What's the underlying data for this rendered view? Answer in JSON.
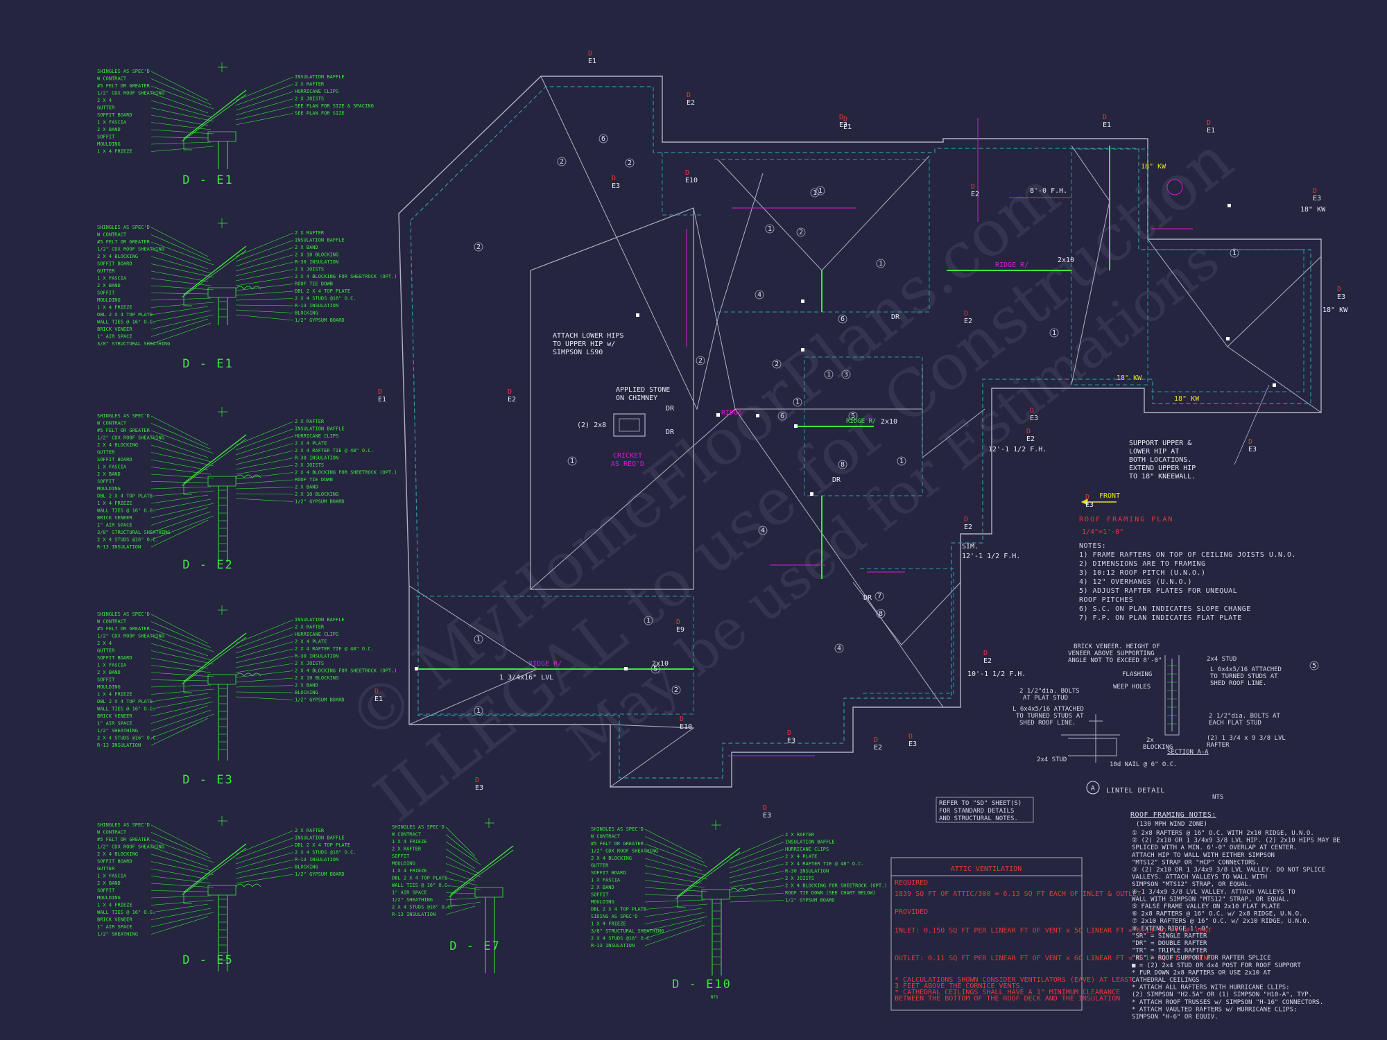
{
  "details": [
    {
      "id": "d-e1",
      "title": "D - E1",
      "left": [
        "SHINGLES AS SPEC'D",
        "W CONTRACT",
        "#5 FELT OR GREATER",
        "1/2\" CDX ROOF SHEATHING",
        "2 X 4",
        "GUTTER",
        "SOFFIT BOARD",
        "1 X FASCIA",
        "2 X BAND",
        "SOFFIT",
        "MOULDING",
        "1 X 4 FRIEZE"
      ],
      "right": [
        "INSULATION BAFFLE",
        "2 X RAFTER",
        "HURRICANE CLIPS",
        "2 X JOISTS",
        "SEE PLAN FOR SIZE & SPACING",
        "SEE PLAN FOR SIZE"
      ]
    },
    {
      "id": "d-e1b",
      "title": "D - E1",
      "left": [
        "SHINGLES AS SPEC'D",
        "W CONTRACT",
        "#5 FELT OR GREATER",
        "1/2\" CDX ROOF SHEATHING",
        "2 X 4 BLOCKING",
        "SOFFIT BOARD",
        "GUTTER",
        "1 X FASCIA",
        "2 X BAND",
        "SOFFIT",
        "MOULDING",
        "1 X 4 FRIEZE",
        "DBL 2 X 4 TOP PLATE",
        "WALL TIES @ 16\" O.C.",
        "BRICK VENEER",
        "1\" AIR SPACE",
        "3/8\" STRUCTURAL SHEATHING"
      ],
      "right": [
        "2 X RAFTER",
        "INSULATION BAFFLE",
        "2 X BAND",
        "2 X 10 BLOCKING",
        "R-30 INSULATION",
        "2 X JOISTS",
        "2 X 4 BLOCKING FOR SHEETROCK (OPT.)",
        "ROOF TIE DOWN",
        "DBL 2 X 4 TOP PLATE",
        "2 X 4 STUDS @16\" O.C.",
        "R-13 INSULATION",
        "BLOCKING",
        "1/2\" GYPSUM BOARD"
      ]
    },
    {
      "id": "d-e2",
      "title": "D - E2",
      "left": [
        "SHINGLES AS SPEC'D",
        "W CONTRACT",
        "#5 FELT OR GREATER",
        "1/2\" CDX ROOF SHEATHING",
        "2 X 4 BLOCKING",
        "GUTTER",
        "SOFFIT BOARD",
        "1 X FASCIA",
        "2 X BAND",
        "SOFFIT",
        "MOULDING",
        "DBL 2 X 4 TOP PLATE",
        "1 X 4 FRIEZE",
        "WALL TIES @ 16\" O.C.",
        "BRICK VENEER",
        "1\" AIR SPACE",
        "3/8\" STRUCTURAL SHEATHING",
        "2 X 4 STUDS @16\" O.C.",
        "R-13 INSULATION"
      ],
      "right": [
        "2 X RAFTER",
        "INSULATION BAFFLE",
        "HURRICANE CLIPS",
        "2 X 4 PLATE",
        "2 X 4 RAFTER TIE @ 48\" O.C.",
        "R-30 INSULATION",
        "2 X JOISTS",
        "2 X 4 BLOCKING FOR SHEETROCK (OPT.)",
        "ROOF TIE DOWN",
        "2 X BAND",
        "2 X 10 BLOCKING",
        "1/2\" GYPSUM BOARD"
      ]
    },
    {
      "id": "d-e3",
      "title": "D - E3",
      "left": [
        "SHINGLES AS SPEC'D",
        "W CONTRACT",
        "#5 FELT OR GREATER",
        "1/2\" CDX ROOF SHEATHING",
        "2 X 4",
        "GUTTER",
        "SOFFIT BOARD",
        "1 X FASCIA",
        "2 X BAND",
        "SOFFIT",
        "MOULDING",
        "1 X 4 FRIEZE",
        "DBL 2 X 4 TOP PLATE",
        "WALL TIES @ 16\" O.C.",
        "BRICK VENEER",
        "1\" AIR SPACE",
        "1/2\" SHEATHING",
        "2 X 4 STUDS @16\" O.C.",
        "R-13 INSULATION"
      ],
      "right": [
        "INSULATION BAFFLE",
        "2 X RAFTER",
        "HURRICANE CLIPS",
        "2 X 4 PLATE",
        "2 X 4 RAFTER TIE @ 48\" O.C.",
        "R-30 INSULATION",
        "2 X JOISTS",
        "2 X 4 BLOCKING FOR SHEETROCK (OPT.)",
        "2 X 10 BLOCKING",
        "2 X BAND",
        "BLOCKING",
        "1/2\" GYPSUM BOARD"
      ]
    },
    {
      "id": "d-e5",
      "title": "D - E5",
      "left": [
        "SHINGLES AS SPEC'D",
        "W CONTRACT",
        "#5 FELT OR GREATER",
        "1/2\" CDX ROOF SHEATHING",
        "2 X 4 BLOCKING",
        "SOFFIT BOARD",
        "GUTTER",
        "1 X FASCIA",
        "2 X BAND",
        "SOFFIT",
        "MOULDING",
        "1 X 4 FRIEZE",
        "WALL TIES @ 16\" O.C.",
        "BRICK VENEER",
        "1\" AIR SPACE",
        "1/2\" SHEATHING"
      ],
      "right": [
        "2 X RAFTER",
        "INSULATION BAFFLE",
        "DBL 2 X 4 TOP PLATE",
        "2 X 4 STUDS @16\" O.C.",
        "R-13 INSULATION",
        "BLOCKING",
        "1/2\" GYPSUM BOARD"
      ]
    },
    {
      "id": "d-e7",
      "title": "D - E7",
      "left": [
        "SHINGLES AS SPEC'D",
        "W CONTRACT",
        "1 X 4 FRIEZE",
        "2 X RAFTER",
        "SOFFIT",
        "MOULDING",
        "1 X 4 FRIEZE",
        "DBL 2 X 4 TOP PLATE",
        "WALL TIES @ 16\" O.C.",
        "1\" AIR SPACE",
        "1/2\" SHEATHING",
        "2 X 4 STUDS @16\" O.C.",
        "R-13 INSULATION"
      ],
      "right": []
    },
    {
      "id": "d-e10",
      "title": "D - E10",
      "left": [
        "SHINGLES AS SPEC'D",
        "W CONTRACT",
        "#5 FELT OR GREATER",
        "1/2\" CDX ROOF SHEATHING",
        "2 X 4 BLOCKING",
        "GUTTER",
        "SOFFIT BOARD",
        "1 X FASCIA",
        "2 X BAND",
        "SOFFIT",
        "MOULDING",
        "DBL 2 X 4 TOP PLATE",
        "SIDING AS SPEC'D",
        "1 X 4 FRIEZE",
        "3/8\" STRUCTURAL SHEATHING",
        "2 X 4 STUDS @16\" O.C.",
        "R-13 INSULATION"
      ],
      "right": [
        "2 X RAFTER",
        "INSULATION BAFFLE",
        "HURRICANE CLIPS",
        "2 X 4 PLATE",
        "2 X 4 RAFTER TIE @ 48\" O.C.",
        "R-30 INSULATION",
        "2 X JOISTS",
        "2 X 4 BLOCKING FOR SHEETROCK (OPT.)",
        "ROOF TIE DOWN (SEE CHART BELOW)",
        "1/2\" GYPSUM BOARD"
      ]
    }
  ],
  "d_e10_sub": "NTS",
  "watermark": {
    "line1": "© MyHomeFloorPlans.com",
    "line2": "ILLEGAL to use for Construction",
    "line3": "May be used for Estimations"
  },
  "plan": {
    "attach_note": [
      "ATTACH LOWER HIPS",
      "TO UPPER HIP w/",
      "SIMPSON LS90"
    ],
    "stone_note": [
      "APPLIED STONE",
      "ON CHIMNEY"
    ],
    "cricket": [
      "CRICKET",
      "AS REQ'D"
    ],
    "support_note": [
      "SUPPORT UPPER &",
      "LOWER HIP AT",
      "BOTH LOCATIONS.",
      "EXTEND UPPER HIP",
      "TO 18\" KNEEWALL."
    ],
    "ridge": "RIDGE R/",
    "ridge2": "RIDGE",
    "lvl": "1 3/4x16\" LVL",
    "kw": "18\" KW",
    "dr": "DR",
    "front": "FRONT",
    "fp1": "8'-0 F.H.",
    "fp2": "12'-1 1/2 F.H.",
    "fp3": "10'-1 1/2 F.H.",
    "sim": "SIM.",
    "size_2x10": "2x10",
    "size_2x8": "(2) 2x8"
  },
  "roof_plan": {
    "title": "ROOF FRAMING PLAN",
    "scale": "1/4\"=1'-0\"",
    "notes_head": "NOTES:",
    "notes": [
      "1) FRAME RAFTERS ON TOP OF CEILING JOISTS U.N.O.",
      "2) DIMENSIONS ARE TO FRAMING",
      "3) 10:12 ROOF PITCH (U.N.O.)",
      "4) 12\" OVERHANGS (U.N.O.)",
      "5) ADJUST RAFTER PLATES FOR UNEQUAL",
      "   ROOF PITCHES",
      "6) S.C. ON PLAN INDICATES SLOPE CHANGE",
      "7) F.P. ON PLAN INDICATES FLAT PLATE"
    ]
  },
  "lintel": {
    "title": "LINTEL DETAIL",
    "tag": "A",
    "nts": "NTS",
    "section": "SECTION A-A",
    "labels": [
      "BRICK VENEER. HEIGHT OF",
      "VENEER ABOVE SUPPORTING",
      "ANGLE NOT TO EXCEED 8'-0\"",
      "FLASHING",
      "WEEP HOLES",
      "2x4 STUD",
      "L 6x4x5/16 ATTACHED",
      "TO TURNED STUDS AT",
      "SHED ROOF LINE.",
      "2 1/2\"dia. BOLTS",
      "AT PLAT STUD",
      "L 6x4x5/16 ATTACHED",
      "TO TURNED STUDS AT",
      "SHED ROOF LINE.",
      "2 1/2\"dia. BOLTS AT",
      "EACH FLAT STUD",
      "(2) 1 3/4 x 9 3/8 LVL",
      "RAFTER",
      "2x",
      "BLOCKING",
      "2x4 STUD",
      "10d NAIL @ 6\" O.C."
    ]
  },
  "refer_note": [
    "REFER TO \"SD\" SHEET(S)",
    "FOR STANDARD DETAILS",
    "AND STRUCTURAL NOTES."
  ],
  "attic": {
    "title": "ATTIC VENTILATION",
    "required": "REQUIRED",
    "req_line": "1839  SQ FT OF ATTIC/300 = 6.13  SQ FT EACH OF INLET & OUTLET",
    "provided": "PROVIDED",
    "inlet": "INLET: 0.150 SQ FT PER LINEAR FT OF VENT x 50 LINEAR FT = 6.13 SQ FT OF VENT",
    "outlet": "OUTLET: 0.11 SQ FT PER LINEAR FT OF VENT x 60 LINEAR FT = 6.17 SQ FT OF VENT",
    "footnotes": [
      "* CALCULATIONS SHOWN CONSIDER VENTILATORS (EAVE) AT LEAST",
      "3 FEET ABOVE THE CORNICE VENTS.",
      "* CATHEDRAL CEILINGS SHALL HAVE A 1\" MINIMUM CLEARANCE",
      "BETWEEN THE BOTTOM OF THE ROOF DECK AND THE INSULATION"
    ]
  },
  "framing_notes": {
    "title": "ROOF FRAMING NOTES:",
    "sub": "(130 MPH WIND ZONE)",
    "items": [
      "① 2x8 RAFTERS @ 16\" O.C. WITH 2x10 RIDGE, U.N.O.",
      "② (2) 2x10 OR 1 3/4x9 3/8 LVL HIP. (2) 2x10 HIPS MAY BE",
      "   SPLICED WITH A MIN. 6'-0\" OVERLAP AT CENTER.",
      "   ATTACH HIP TO WALL WITH EITHER SIMPSON",
      "   \"MTS12\" STRAP OR \"HCP\" CONNECTORS.",
      "③ (2) 2x10 OR 1 3/4x9 3/8 LVL VALLEY. DO NOT SPLICE",
      "   VALLEYS. ATTACH VALLEYS TO WALL WITH",
      "   SIMPSON \"MTS12\" STRAP, OR EQUAL.",
      "④ 1 3/4x9 3/8 LVL VALLEY. ATTACH VALLEYS TO",
      "   WALL WITH SIMPSON \"MTS12\" STRAP, OR EQUAL.",
      "⑤ FALSE FRAME VALLEY ON 2x10 FLAT PLATE",
      "⑥ 2x8 RAFTERS @ 16\" O.C. w/ 2x8 RIDGE, U.N.O.",
      "⑦ 2x10 RAFTERS @ 16\" O.C. w/ 2x10 RIDGE, U.N.O.",
      "⑧ EXTEND RIDGE 1'-0\"",
      "\"SR\" = SINGLE RAFTER",
      "\"DR\" = DOUBLE RAFTER",
      "\"TR\" = TRIPLE RAFTER",
      "\"RS\" = ROOF SUPPORT FOR RAFTER SPLICE",
      "■ = (2) 2x4 STUD OR 4x4 POST FOR ROOF SUPPORT",
      "* FUR DOWN 2x8 RAFTERS OR USE 2x10 AT",
      "  CATHEDRAL CEILINGS",
      "* ATTACH ALL RAFTERS WITH HURRICANE CLIPS:",
      "  (2) SIMPSON \"H2.5A\" OR (1) SIMPSON \"H10-A\", TYP.",
      "* ATTACH ROOF TRUSSES w/ SIMPSON \"H-16\" CONNECTORS.",
      "* ATTACH VAULTED RAFTERS w/ HURRICANE CLIPS:",
      "  SIMPSON \"H-6\" OR EQUIV."
    ]
  },
  "colors": {
    "background": "#252540",
    "plan_line": "#aeb4c8",
    "dash": "#2a9aa0",
    "magenta": "#d61bd6",
    "green": "#3fe83f",
    "red": "#e53a3a",
    "yellow": "#e8e020"
  }
}
